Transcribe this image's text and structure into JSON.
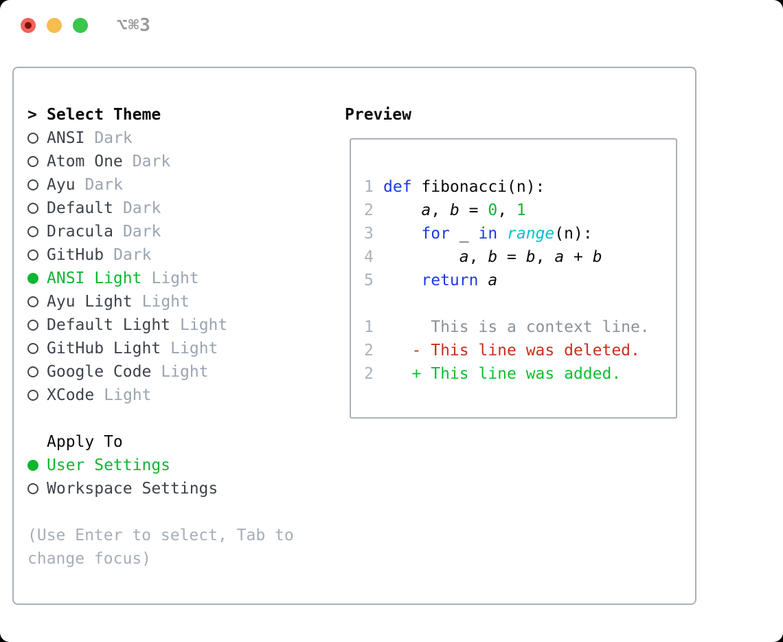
{
  "titlebar": {
    "shortcut": "⌥⌘3"
  },
  "theme_select": {
    "header_prefix": ">",
    "header": "Select Theme",
    "items": [
      {
        "name": "ANSI",
        "tag": "Dark",
        "selected": false
      },
      {
        "name": "Atom One",
        "tag": "Dark",
        "selected": false
      },
      {
        "name": "Ayu",
        "tag": "Dark",
        "selected": false
      },
      {
        "name": "Default",
        "tag": "Dark",
        "selected": false
      },
      {
        "name": "Dracula",
        "tag": "Dark",
        "selected": false
      },
      {
        "name": "GitHub",
        "tag": "Dark",
        "selected": false
      },
      {
        "name": "ANSI Light",
        "tag": "Light",
        "selected": true
      },
      {
        "name": "Ayu Light",
        "tag": "Light",
        "selected": false
      },
      {
        "name": "Default Light",
        "tag": "Light",
        "selected": false
      },
      {
        "name": "GitHub Light",
        "tag": "Light",
        "selected": false
      },
      {
        "name": "Google Code",
        "tag": "Light",
        "selected": false
      },
      {
        "name": "XCode",
        "tag": "Light",
        "selected": false
      }
    ]
  },
  "apply_to": {
    "header": "Apply To",
    "options": [
      {
        "label": "User Settings",
        "selected": true
      },
      {
        "label": "Workspace Settings",
        "selected": false
      }
    ]
  },
  "hint": {
    "line1": "(Use Enter to select, Tab to",
    "line2": "change focus)"
  },
  "preview": {
    "title": "Preview",
    "code_lines": [
      {
        "num": "1",
        "tokens": [
          {
            "t": "def",
            "c": "kw"
          },
          {
            "t": " fibonacci(n):",
            "c": "pl"
          }
        ]
      },
      {
        "num": "2",
        "tokens": [
          {
            "t": "    ",
            "c": "pl"
          },
          {
            "t": "a",
            "c": "var"
          },
          {
            "t": ", ",
            "c": "pl"
          },
          {
            "t": "b",
            "c": "var"
          },
          {
            "t": " = ",
            "c": "pl"
          },
          {
            "t": "0",
            "c": "num"
          },
          {
            "t": ", ",
            "c": "pl"
          },
          {
            "t": "1",
            "c": "num"
          }
        ]
      },
      {
        "num": "3",
        "tokens": [
          {
            "t": "    ",
            "c": "pl"
          },
          {
            "t": "for",
            "c": "kw"
          },
          {
            "t": " _ ",
            "c": "pl"
          },
          {
            "t": "in",
            "c": "kw"
          },
          {
            "t": " ",
            "c": "pl"
          },
          {
            "t": "range",
            "c": "bi"
          },
          {
            "t": "(n):",
            "c": "pl"
          }
        ]
      },
      {
        "num": "4",
        "tokens": [
          {
            "t": "        ",
            "c": "pl"
          },
          {
            "t": "a",
            "c": "var"
          },
          {
            "t": ", ",
            "c": "pl"
          },
          {
            "t": "b",
            "c": "var"
          },
          {
            "t": " = ",
            "c": "pl"
          },
          {
            "t": "b",
            "c": "var"
          },
          {
            "t": ", ",
            "c": "pl"
          },
          {
            "t": "a",
            "c": "var"
          },
          {
            "t": " + ",
            "c": "pl"
          },
          {
            "t": "b",
            "c": "var"
          }
        ]
      },
      {
        "num": "5",
        "tokens": [
          {
            "t": "    ",
            "c": "pl"
          },
          {
            "t": "return",
            "c": "kw"
          },
          {
            "t": " ",
            "c": "pl"
          },
          {
            "t": "a",
            "c": "var"
          }
        ]
      },
      {
        "num": "",
        "tokens": []
      },
      {
        "num": "1",
        "tokens": [
          {
            "t": "     This is a context line.",
            "c": "ctx"
          }
        ]
      },
      {
        "num": "2",
        "tokens": [
          {
            "t": "   - This line was deleted.",
            "c": "del"
          }
        ]
      },
      {
        "num": "2",
        "tokens": [
          {
            "t": "   + This line was added.",
            "c": "add"
          }
        ]
      }
    ]
  },
  "colors": {
    "accent_green": "#0fb62f",
    "keyword_blue": "#1a3be3",
    "builtin_cyan": "#0ac0cc",
    "deleted_red": "#c9301a",
    "added_green": "#0fbf2f",
    "muted_gray": "#9aa4b1",
    "panel_border": "#a9b0ba",
    "traffic_red": "#f2615b",
    "traffic_yellow": "#f6bd4f",
    "traffic_green": "#38c64c"
  }
}
